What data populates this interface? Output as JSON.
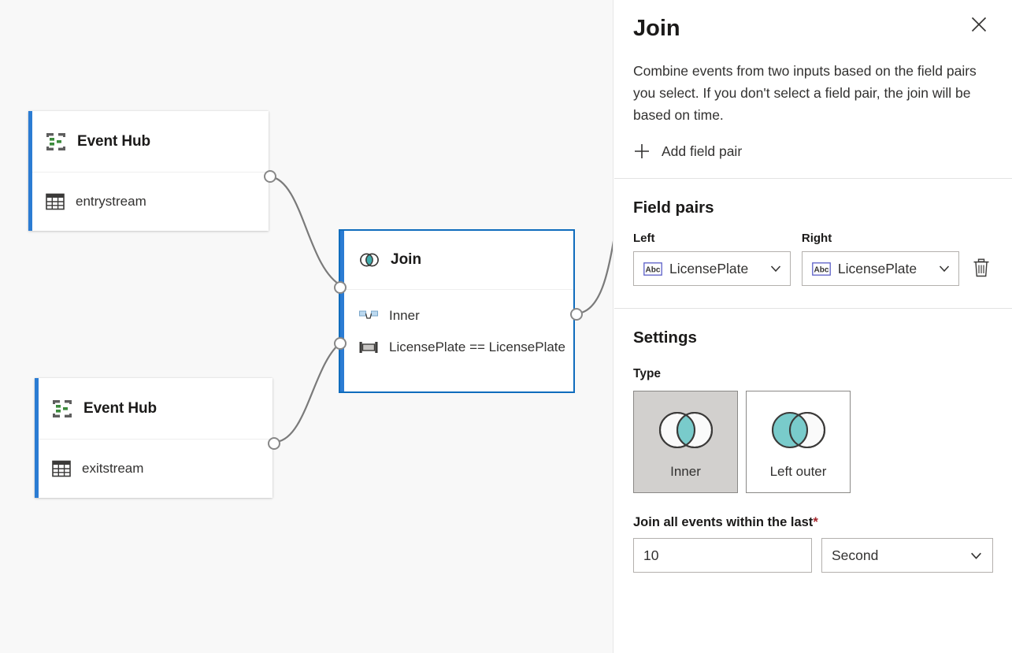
{
  "canvas": {
    "nodes": [
      {
        "id": "eventhub-entry",
        "type_label": "Event Hub",
        "stream_label": "entrystream",
        "header_icon": "event-hub-icon",
        "body_icon": "table-icon",
        "accent_color": "#2b7cd3"
      },
      {
        "id": "join",
        "type_label": "Join",
        "header_icon": "join-venn-icon",
        "rows": [
          {
            "icon": "join-type-icon",
            "text": "Inner"
          },
          {
            "icon": "field-pair-icon",
            "text": "LicensePlate == LicensePlate"
          }
        ],
        "selected_border_color": "#0f6cbd"
      },
      {
        "id": "eventhub-exit",
        "type_label": "Event Hub",
        "stream_label": "exitstream",
        "header_icon": "event-hub-icon",
        "body_icon": "table-icon",
        "accent_color": "#2b7cd3"
      }
    ],
    "background_color": "#f8f8f8",
    "edge_color": "#7a7a7a"
  },
  "panel": {
    "title": "Join",
    "close_icon": "close-icon",
    "description": "Combine events from two inputs based on the field pairs you select. If you don't select a field pair, the join will be based on time.",
    "add_field_pair": {
      "label": "Add field pair",
      "icon": "plus-icon"
    },
    "field_pairs_section": {
      "title": "Field pairs",
      "left_label": "Left",
      "right_label": "Right",
      "rows": [
        {
          "left_value": "LicensePlate",
          "right_value": "LicensePlate",
          "left_icon": "abc-string-type-icon",
          "right_icon": "abc-string-type-icon",
          "chevron_icon": "chevron-down-icon",
          "delete_icon": "trash-icon"
        }
      ]
    },
    "settings_section": {
      "title": "Settings",
      "type_label": "Type",
      "type_options": [
        {
          "label": "Inner",
          "icon": "venn-inner-icon",
          "selected": true
        },
        {
          "label": "Left outer",
          "icon": "venn-left-outer-icon",
          "selected": false
        }
      ],
      "window_label": "Join all events within the last",
      "required_marker": "*",
      "window_value": "10",
      "window_unit": "Second",
      "unit_chevron_icon": "chevron-down-icon"
    }
  },
  "colors": {
    "accent_blue": "#2b7cd3",
    "selected_blue": "#0f6cbd",
    "venn_teal": "#6ec7c7",
    "required_red": "#a4262c",
    "selected_gray": "#d2d0ce"
  }
}
